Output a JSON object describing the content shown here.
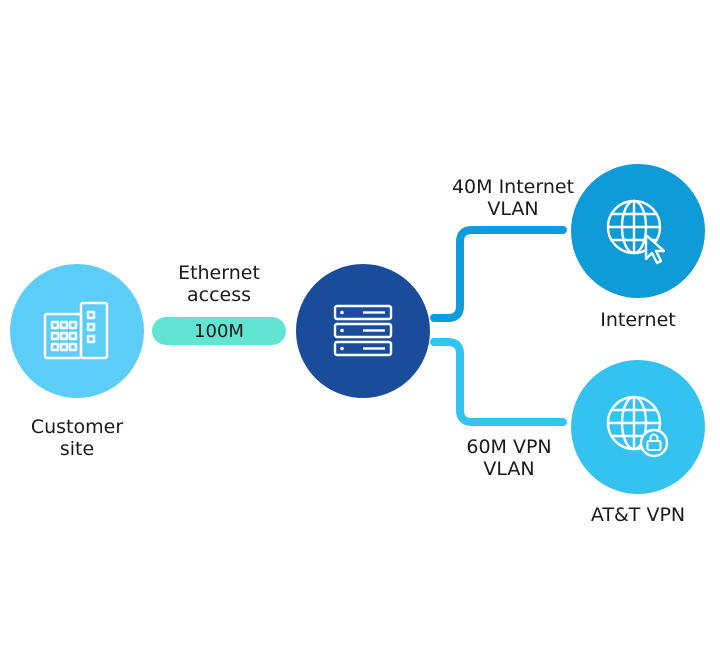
{
  "diagram": {
    "customer_site": {
      "label": "Customer\nsite",
      "icon": "building-icon",
      "color": "#5ccdf6"
    },
    "ethernet_access": {
      "label": "Ethernet\naccess",
      "bandwidth": "100M",
      "color": "#62e4d3"
    },
    "router": {
      "icon": "server-icon",
      "color": "#1b4b9b"
    },
    "internet_link": {
      "label": "40M Internet\nVLAN",
      "color": "#0e9bd8"
    },
    "vpn_link": {
      "label": "60M VPN\nVLAN",
      "color": "#34c3f1"
    },
    "internet": {
      "label": "Internet",
      "icon": "globe-cursor-icon",
      "color": "#0e9bd8"
    },
    "vpn": {
      "label": "AT&T VPN",
      "icon": "globe-lock-icon",
      "color": "#34c3f1"
    }
  }
}
